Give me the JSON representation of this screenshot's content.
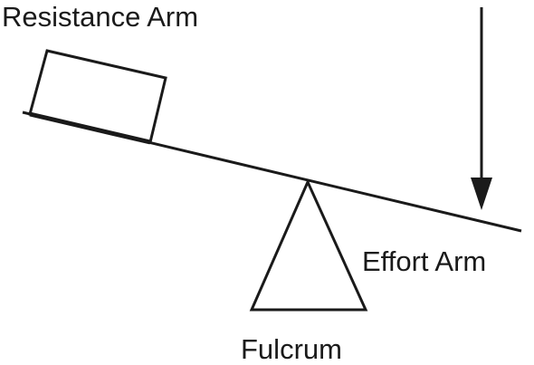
{
  "diagram": {
    "labels": {
      "resistance_arm": "Resistance Arm",
      "effort_arm": "Effort Arm",
      "fulcrum": "Fulcrum"
    },
    "colors": {
      "ink": "#1a1a1a",
      "background": "#ffffff"
    }
  }
}
